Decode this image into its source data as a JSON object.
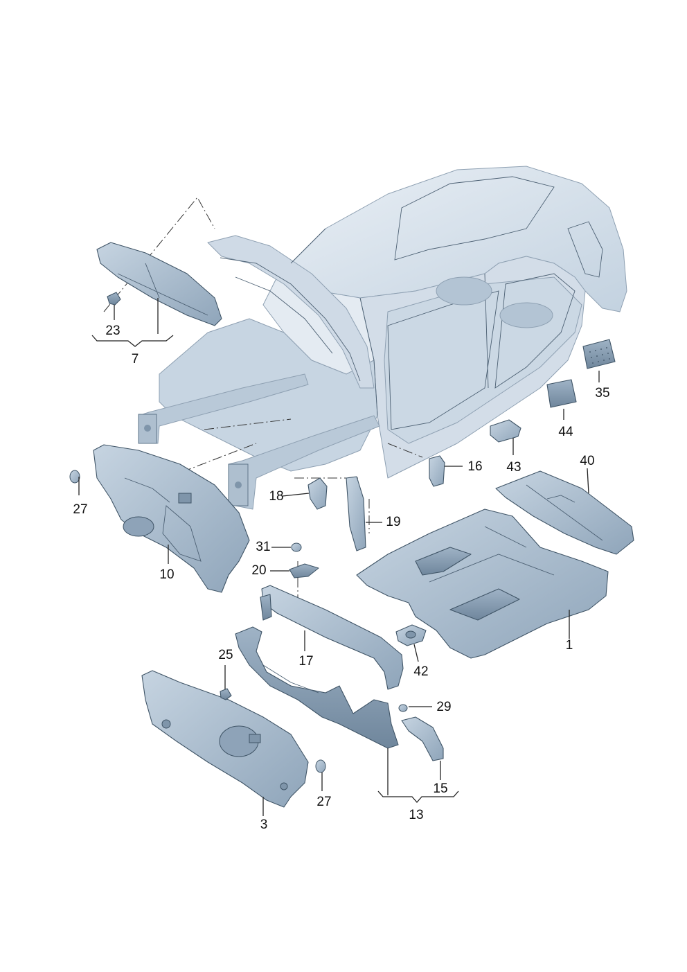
{
  "callouts": {
    "c1": "1",
    "c3": "3",
    "c7": "7",
    "c10": "10",
    "c13": "13",
    "c15": "15",
    "c16": "16",
    "c17": "17",
    "c18": "18",
    "c19": "19",
    "c20": "20",
    "c23": "23",
    "c25": "25",
    "c27a": "27",
    "c27b": "27",
    "c29": "29",
    "c31": "31",
    "c35": "35",
    "c40": "40",
    "c42": "42",
    "c43": "43",
    "c44": "44"
  },
  "colors": {
    "body_shell": "#dbe5ee",
    "body_shade": "#b9c9d8",
    "part_fill": "#a9bccd",
    "part_dark": "#7f95aa",
    "part_light": "#ccd9e5"
  }
}
